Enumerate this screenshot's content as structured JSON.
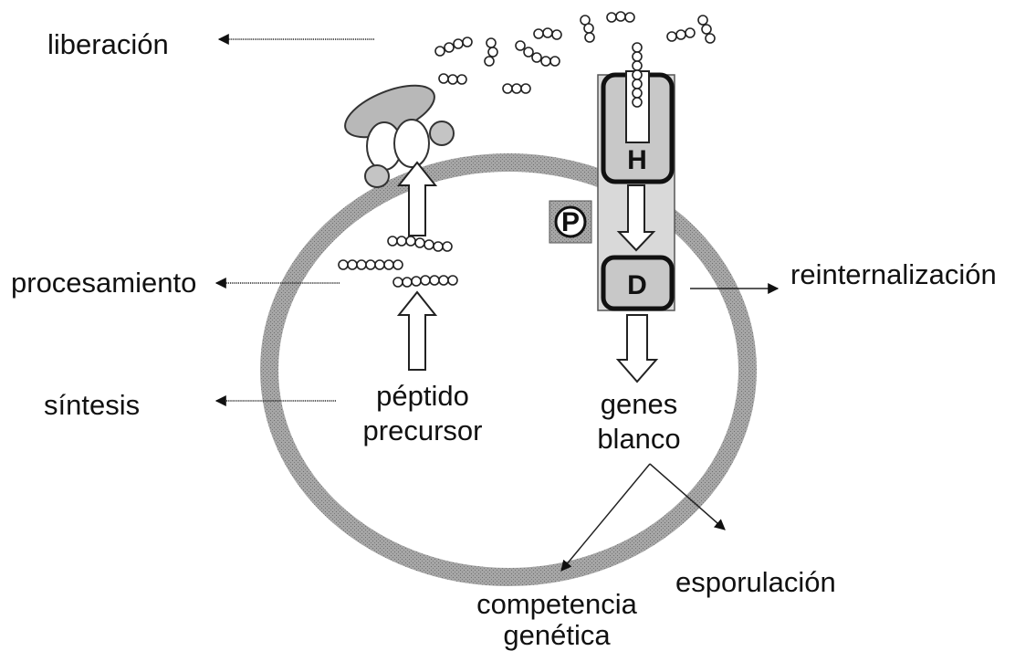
{
  "labels": {
    "liberacion": "liberación",
    "procesamiento": "procesamiento",
    "sintesis": "síntesis",
    "reinternalizacion": "reinternalización",
    "peptido_line1": "péptido",
    "peptido_line2": "precursor",
    "genes_line1": "genes",
    "genes_line2": "blanco",
    "esporulacion": "esporulación",
    "competencia_line1": "competencia",
    "competencia_line2": "genética"
  },
  "boxes": {
    "histidine_kinase": "H",
    "response_regulator": "D",
    "phosphate": "P"
  },
  "colors": {
    "membrane": "#9a9a9a",
    "protein_fill": "#bdbdbd",
    "box_fill": "#c8c8c8",
    "ink": "#111111"
  }
}
